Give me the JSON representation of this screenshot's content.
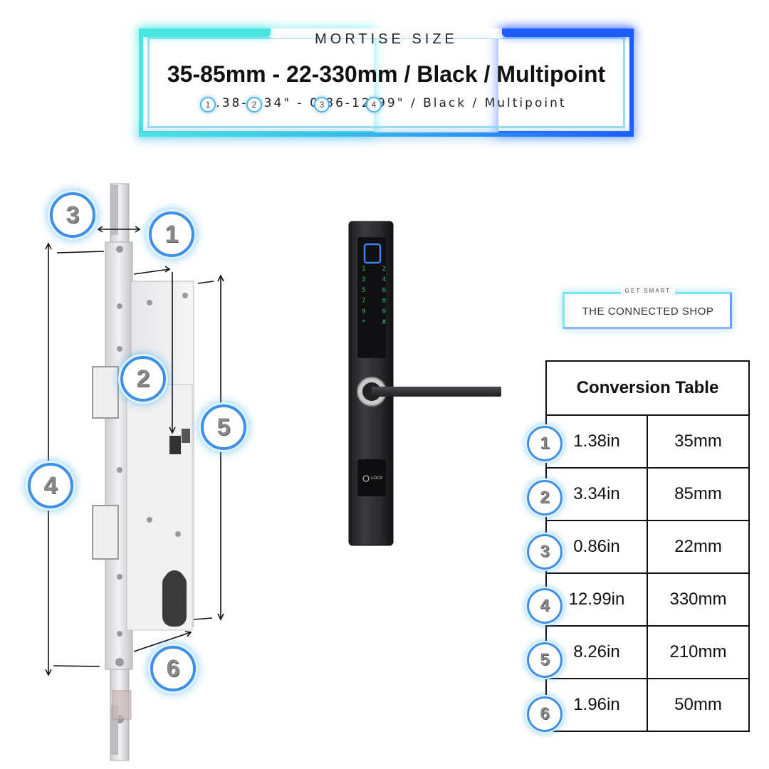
{
  "banner": {
    "kicker": "MORTISE SIZE",
    "title": "35-85mm - 22-330mm / Black / Multipoint",
    "subtitle": "1.38-3.34\" - 0.86-12.99\" / Black / Multipoint",
    "mini_badges": [
      "1",
      "2",
      "3",
      "4"
    ]
  },
  "diagram_badges": [
    "1",
    "2",
    "3",
    "4",
    "5",
    "6"
  ],
  "handle": {
    "keypad_keys": [
      "1",
      "2",
      "3",
      "4",
      "5",
      "6",
      "7",
      "8",
      "9",
      "0",
      "*",
      "#"
    ],
    "lock_label": "LOCK"
  },
  "logo": {
    "tagline": "GET SMART",
    "name": "THE CONNECTED SHOP"
  },
  "conversion_table": {
    "title": "Conversion Table",
    "rows": [
      {
        "badge": "1",
        "inches": "1.38in",
        "mm": "35mm"
      },
      {
        "badge": "2",
        "inches": "3.34in",
        "mm": "85mm"
      },
      {
        "badge": "3",
        "inches": "0.86in",
        "mm": "22mm"
      },
      {
        "badge": "4",
        "inches": "12.99in",
        "mm": "330mm"
      },
      {
        "badge": "5",
        "inches": "8.26in",
        "mm": "210mm"
      },
      {
        "badge": "6",
        "inches": "1.96in",
        "mm": "50mm"
      }
    ]
  },
  "colors": {
    "cyan": "#49e6e0",
    "blue": "#1d5cff",
    "badge_ring": "#3f8fe6",
    "keypad_green": "#22c55e",
    "handle_black": "#2a2a2d"
  },
  "icons": {
    "fingerprint": "fingerprint-sensor-icon",
    "card": "nfc-card-icon",
    "lock": "lock-icon"
  }
}
